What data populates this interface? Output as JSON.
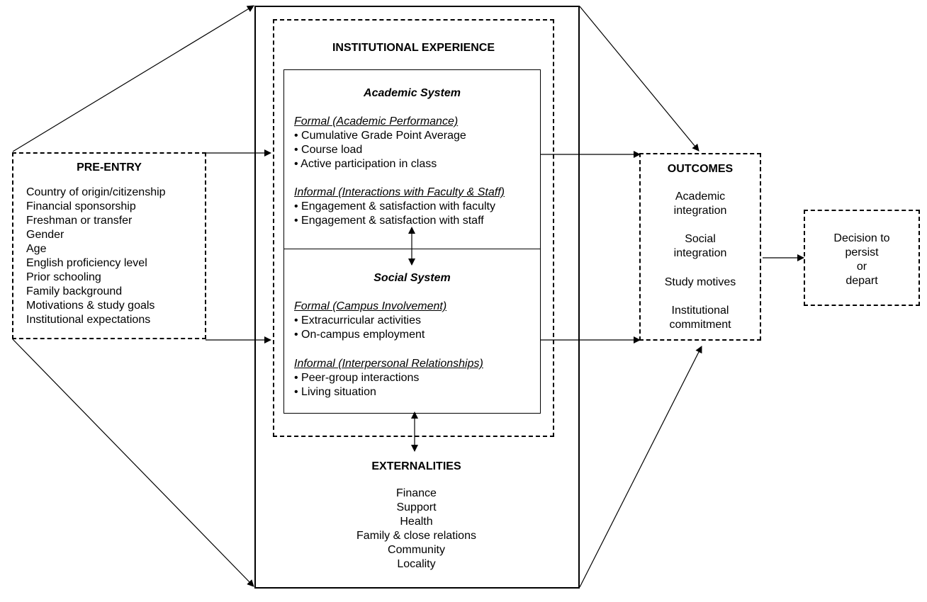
{
  "pre_entry": {
    "title": "PRE-ENTRY",
    "items": [
      "Country of origin/citizenship",
      "Financial sponsorship",
      "Freshman or transfer",
      "Gender",
      "Age",
      "English proficiency level",
      "Prior schooling",
      "Family background",
      "Motivations & study goals",
      "Institutional expectations"
    ]
  },
  "institutional": {
    "title": "INSTITUTIONAL EXPERIENCE",
    "academic": {
      "title": "Academic System",
      "formal_heading": "Formal (Academic Performance)",
      "formal_items": [
        "• Cumulative Grade Point Average",
        "• Course load",
        "• Active participation in class"
      ],
      "informal_heading": "Informal (Interactions with Faculty & Staff)",
      "informal_items": [
        "• Engagement & satisfaction with faculty",
        "• Engagement & satisfaction with staff"
      ]
    },
    "social": {
      "title": "Social System",
      "formal_heading": "Formal (Campus Involvement)",
      "formal_items": [
        "• Extracurricular activities",
        "• On-campus employment"
      ],
      "informal_heading": "Informal (Interpersonal Relationships)",
      "informal_items": [
        "• Peer-group interactions",
        "• Living situation"
      ]
    }
  },
  "externalities": {
    "title": "EXTERNALITIES",
    "items": [
      "Finance",
      "Support",
      "Health",
      "Family & close relations",
      "Community",
      "Locality"
    ]
  },
  "outcomes": {
    "title": "OUTCOMES",
    "items": [
      [
        "Academic",
        "integration"
      ],
      [
        "Social",
        "integration"
      ],
      [
        "Study motives"
      ],
      [
        "Institutional",
        "commitment"
      ]
    ]
  },
  "decision": {
    "lines": [
      "Decision to",
      "persist",
      "or",
      "depart"
    ]
  }
}
